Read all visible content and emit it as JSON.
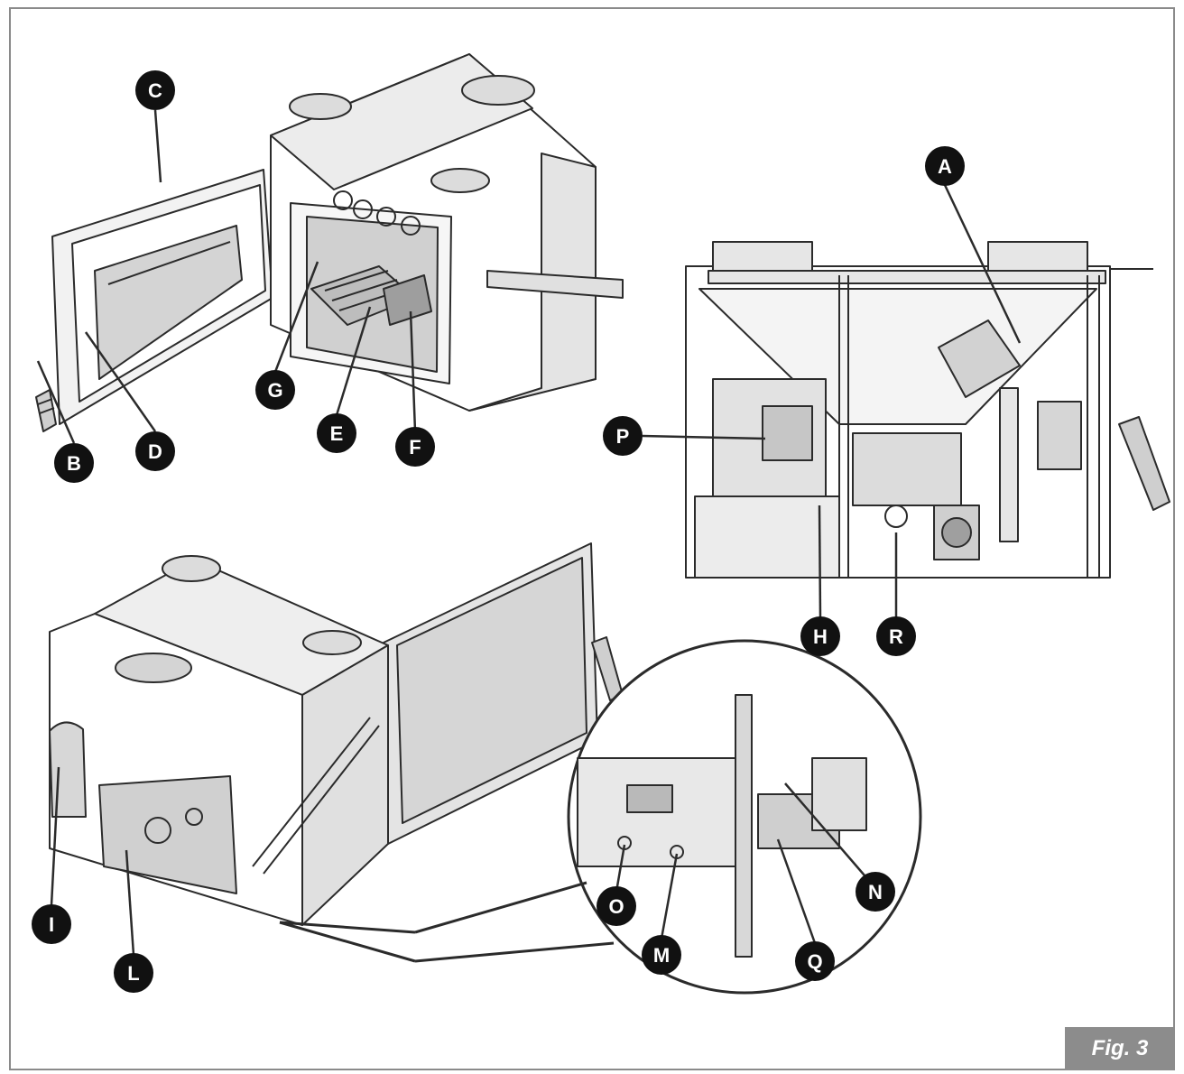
{
  "figure": {
    "caption": "Fig. 3"
  },
  "labels": {
    "A": "A",
    "B": "B",
    "C": "C",
    "D": "D",
    "E": "E",
    "F": "F",
    "G": "G",
    "H": "H",
    "I": "I",
    "L": "L",
    "M": "M",
    "N": "N",
    "O": "O",
    "P": "P",
    "Q": "Q",
    "R": "R"
  },
  "colors": {
    "line": "#2b2b2b",
    "panel": "#d9d9d9",
    "panel_dark": "#bdbdbd",
    "marker": "#111111",
    "tag": "#8c8c8c"
  }
}
